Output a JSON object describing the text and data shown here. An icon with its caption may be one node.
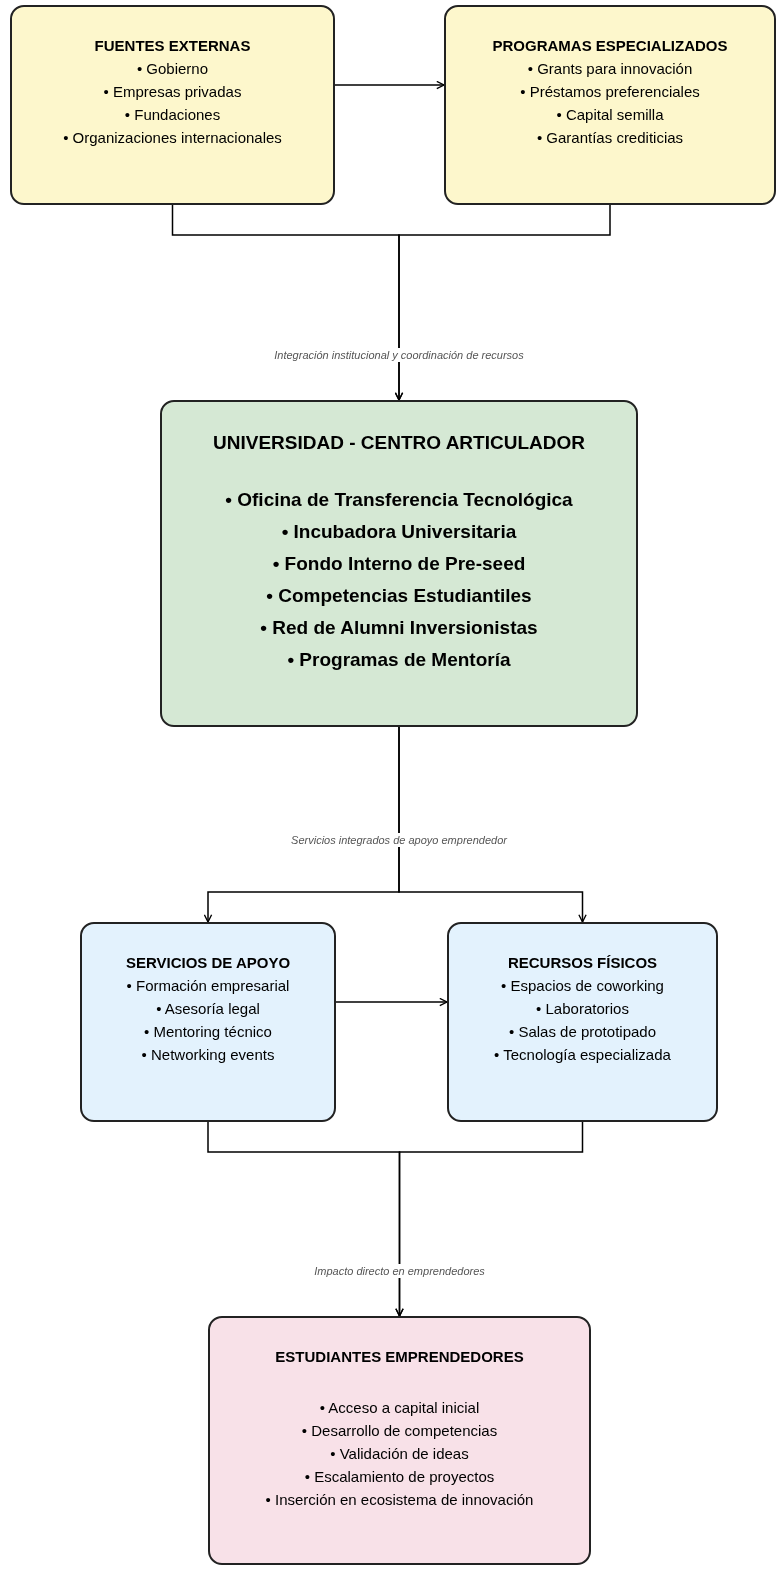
{
  "diagram": {
    "nodes": [
      {
        "text": [
          "FUENTES EXTERNAS",
          "• Gobierno",
          "• Empresas privadas",
          "• Fundaciones",
          "• Organizaciones internacionales"
        ]
      },
      {
        "text": [
          "PROGRAMAS ESPECIALIZADOS",
          "• Grants para innovación",
          "• Préstamos preferenciales",
          "• Capital semilla",
          "• Garantías crediticias"
        ]
      },
      {
        "text": [
          "UNIVERSIDAD - CENTRO ARTICULADOR",
          "• Oficina de Transferencia Tecnológica",
          "• Incubadora Universitaria",
          "• Fondo Interno de Pre-seed",
          "• Competencias Estudiantiles",
          "• Red de Alumni Inversionistas",
          "• Programas de Mentoría"
        ]
      },
      {
        "text": [
          "SERVICIOS DE APOYO",
          "• Formación empresarial",
          "• Asesoría legal",
          "• Mentoring técnico",
          "• Networking events"
        ]
      },
      {
        "text": [
          "RECURSOS FÍSICOS",
          "• Espacios de coworking",
          "• Laboratorios",
          "• Salas de prototipado",
          "• Tecnología especializada"
        ]
      },
      {
        "text": [
          "ESTUDIANTES EMPRENDEDORES",
          "• Acceso a capital inicial",
          "• Desarrollo de competencias",
          "• Validación de ideas",
          "• Escalamiento de proyectos",
          "• Inserción en ecosistema de innovación"
        ]
      }
    ],
    "edges": [
      {
        "from": 0,
        "to": 1,
        "arrow": "to"
      },
      {
        "from": 0,
        "to": 2,
        "arrow": "to",
        "label": "Integración institucional y coordinación de recursos"
      },
      {
        "from": 1,
        "to": 2,
        "arrow": "to"
      },
      {
        "from": 2,
        "to": 3,
        "arrow": "to",
        "label": "Servicios integrados de apoyo emprendedor"
      },
      {
        "from": 2,
        "to": 4,
        "arrow": "to"
      },
      {
        "from": 3,
        "to": 4,
        "arrow": "to"
      },
      {
        "from": 3,
        "to": 5,
        "arrow": "to",
        "label": "Impacto directo en emprendedores"
      },
      {
        "from": 4,
        "to": 5,
        "arrow": "to"
      }
    ]
  }
}
